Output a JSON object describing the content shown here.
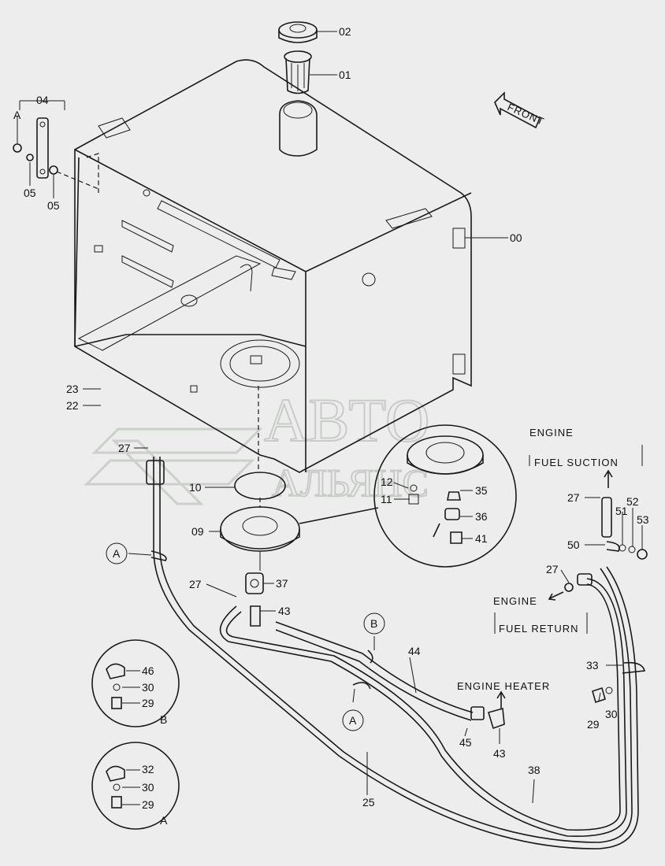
{
  "parts": {
    "p00": "00",
    "p01": "01",
    "p02": "02",
    "p04": "04",
    "p05a": "05",
    "p05b": "05",
    "p09": "09",
    "p10": "10",
    "p11": "11",
    "p12": "12",
    "p22": "22",
    "p23": "23",
    "p25": "25",
    "p27a": "27",
    "p27b": "27",
    "p27c": "27",
    "p27d": "27",
    "p29a": "29",
    "p29b": "29",
    "p29c": "29",
    "p30a": "30",
    "p30b": "30",
    "p30c": "30",
    "p32": "32",
    "p33": "33",
    "p35": "35",
    "p36": "36",
    "p37": "37",
    "p38": "38",
    "p41": "41",
    "p43a": "43",
    "p43b": "43",
    "p44": "44",
    "p45": "45",
    "p46": "46",
    "p50": "50",
    "p51": "51",
    "p52": "52",
    "p53": "53"
  },
  "refs": {
    "a_top": "A",
    "a_left": "A",
    "a_lower": "A",
    "b_top": "B",
    "b_detail": "B",
    "a_detail": "A"
  },
  "callouts": {
    "front": "FRONT",
    "engine1": "ENGINE",
    "fuel_suction": "FUEL SUCTION",
    "engine2": "ENGINE",
    "fuel_return": "FUEL RETURN",
    "engine_heater": "ENGINE HEATER"
  },
  "watermark": {
    "line1": "АВТО",
    "line2": "АЛЬЯНС"
  }
}
